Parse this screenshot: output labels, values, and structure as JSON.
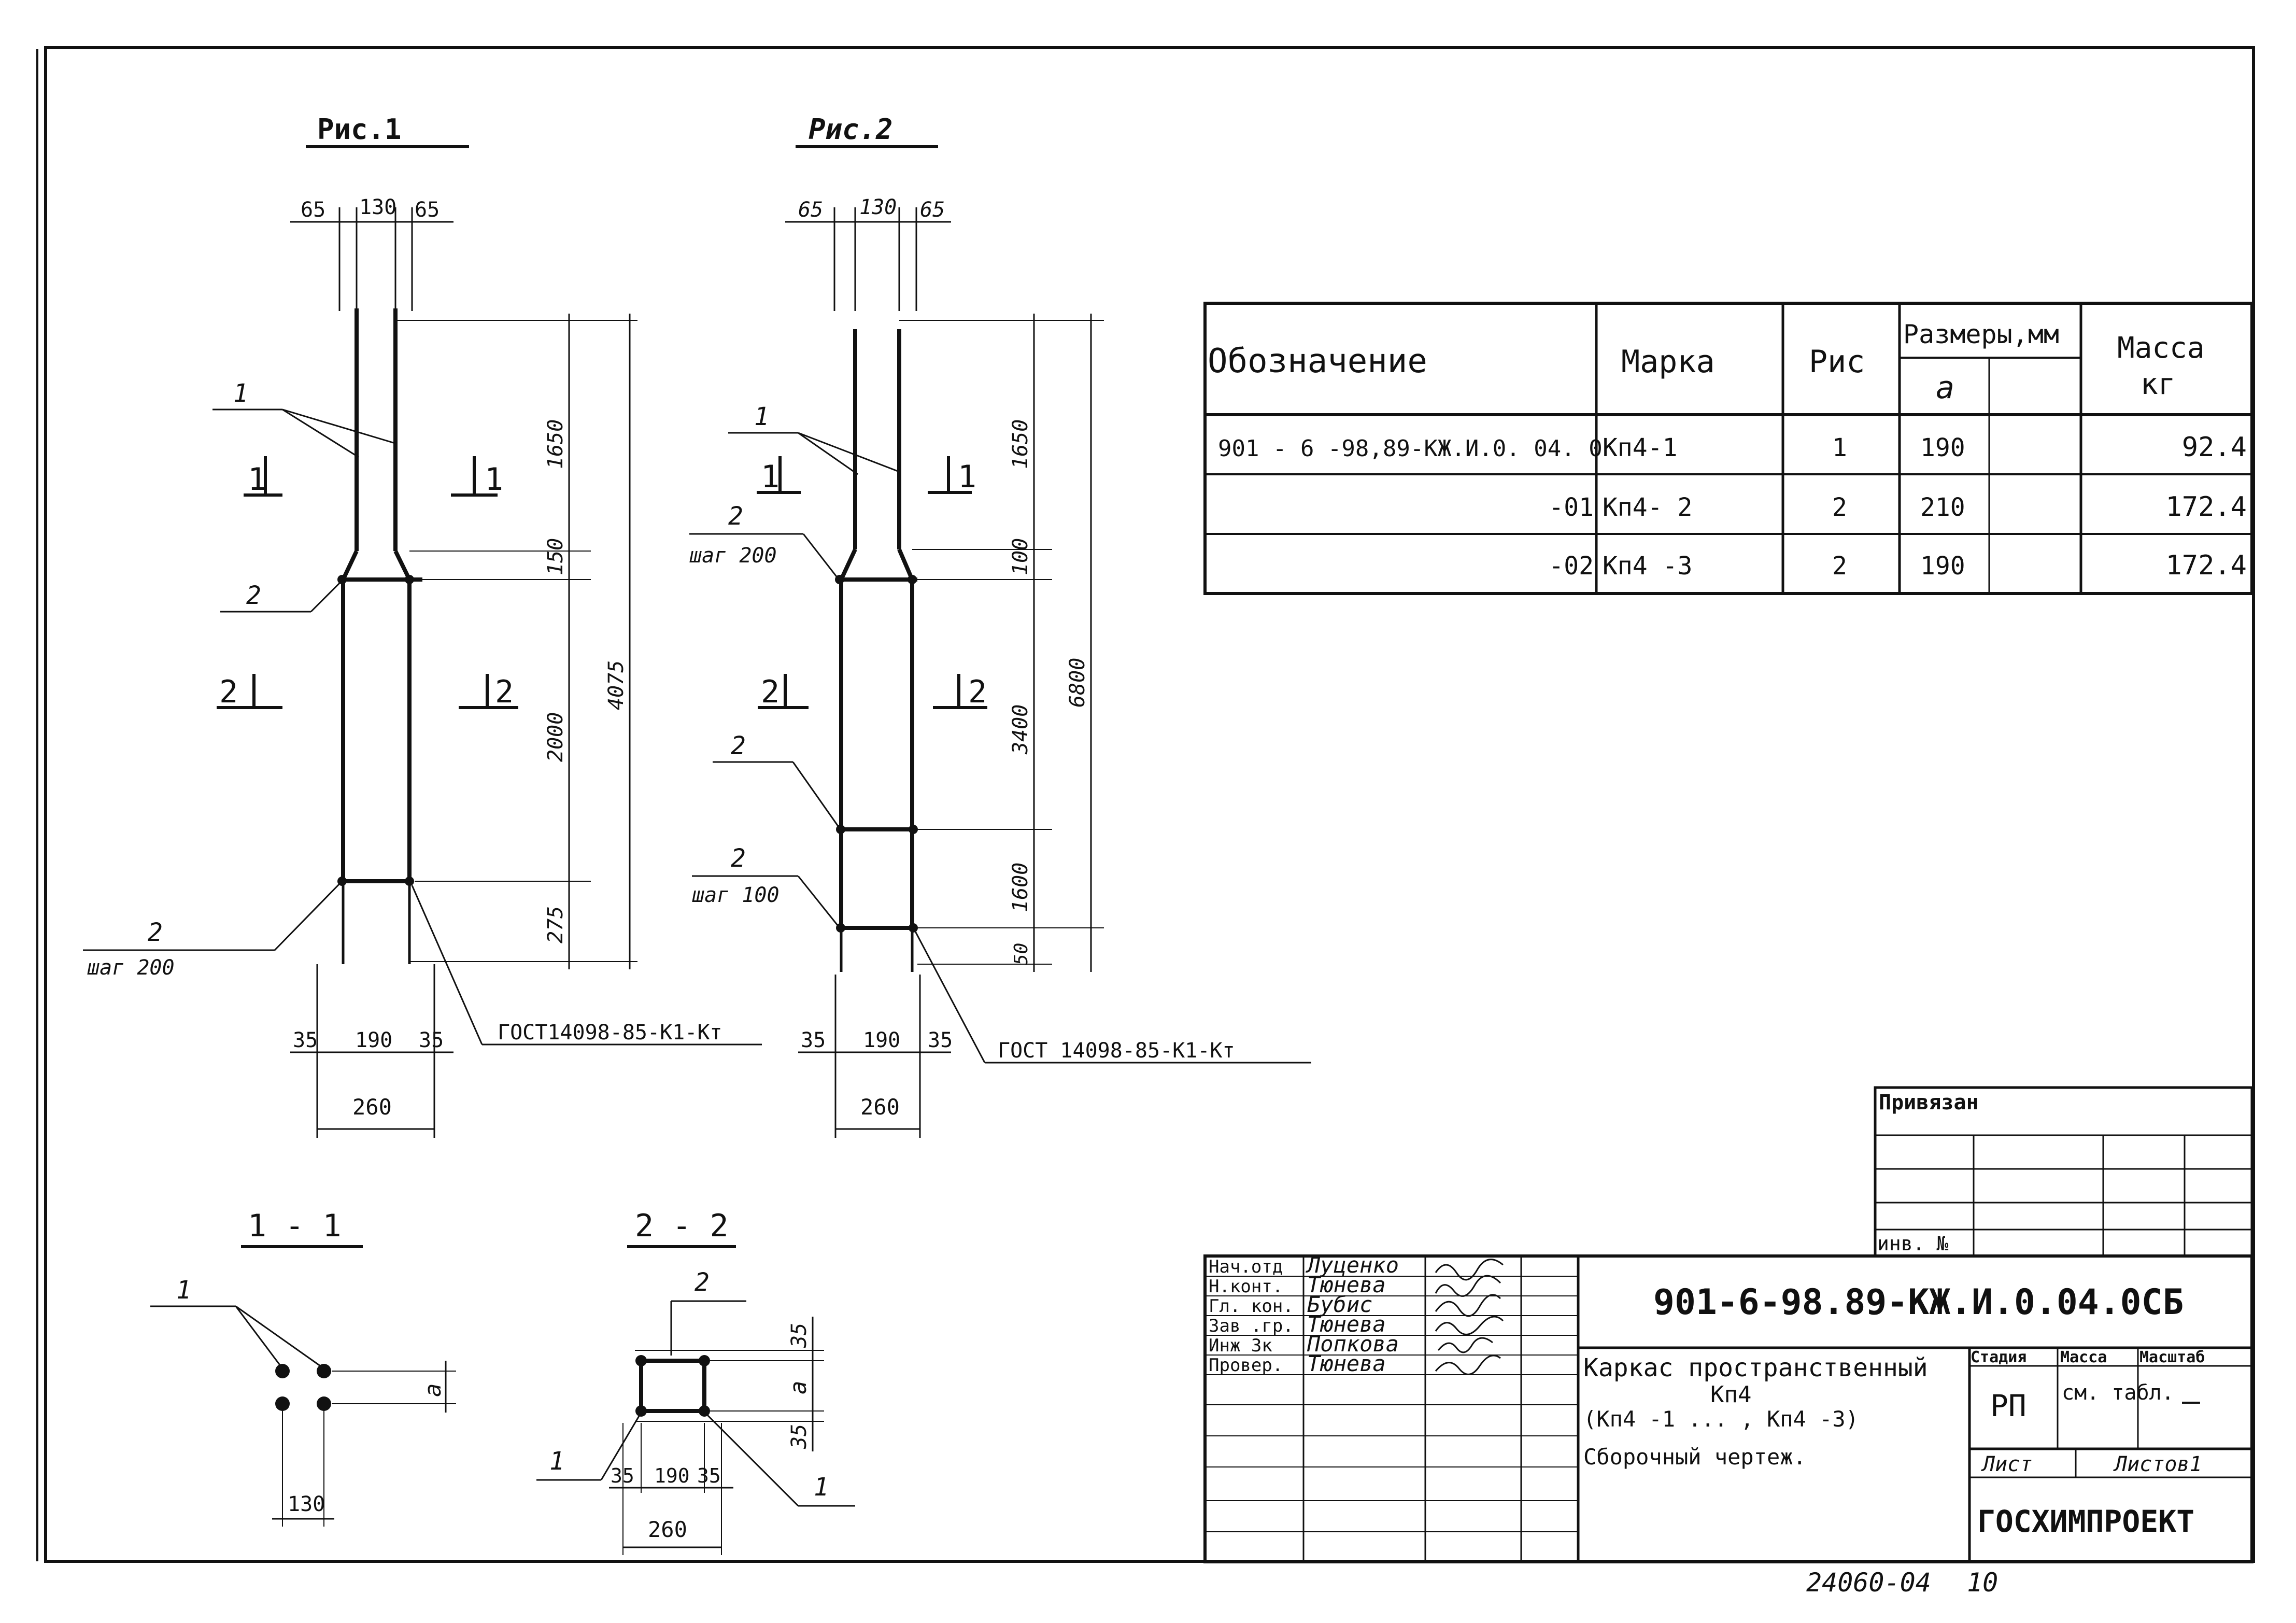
{
  "fig1": {
    "title": "Рис.1",
    "top_dims": [
      "65",
      "130",
      "65"
    ],
    "right_dims": [
      "1650",
      "150",
      "2000",
      "275"
    ],
    "total": "4075",
    "bottom_dims": [
      "35",
      "190",
      "35"
    ],
    "width": "260",
    "callout1": "1",
    "callout2": "2",
    "callout2b_num": "2",
    "callout2b_step": "шаг 200",
    "gost": "ГОСТ14098-85-К1-Кт",
    "sec1": "1",
    "sec2": "2"
  },
  "fig2": {
    "title": "Рис.2",
    "top_dims": [
      "65",
      "130",
      "65"
    ],
    "right_dims": [
      "1650",
      "100",
      "3400",
      "1600",
      "50"
    ],
    "total": "6800",
    "bottom_dims": [
      "35",
      "190",
      "35"
    ],
    "width": "260",
    "callout1": "1",
    "callout2a_num": "2",
    "callout2a_step": "шаг 200",
    "callout2b": "2",
    "callout2c_num": "2",
    "callout2c_step": "шаг 100",
    "gost": "ГОСТ 14098-85-К1-Кт",
    "sec1": "1",
    "sec2": "2"
  },
  "section11": {
    "title": "1 - 1",
    "callout": "1",
    "dim_a": "а",
    "dim_w": "130"
  },
  "section22": {
    "title": "2 - 2",
    "callout_top": "2",
    "callout_l": "1",
    "callout_r": "1",
    "dims_right": [
      "35",
      "а",
      "35"
    ],
    "dims_bottom": [
      "35",
      "190",
      "35"
    ],
    "width": "260"
  },
  "spec_table": {
    "headers": {
      "designation": "Обозначение",
      "mark": "Марка",
      "fig": "Рис",
      "sizes": "Размеры,мм",
      "size_a": "а",
      "mass": "Масса",
      "mass_unit": "кг"
    },
    "rows": [
      {
        "designation": "901 - 6 -98,89-КЖ.И.0. 04. 0",
        "mark": "Кп4-1",
        "fig": "1",
        "a": "190",
        "mass": "92.4"
      },
      {
        "designation": "-01",
        "mark": "Кп4- 2",
        "fig": "2",
        "a": "210",
        "mass": "172.4"
      },
      {
        "designation": "-02",
        "mark": "Кп4 -3",
        "fig": "2",
        "a": "190",
        "mass": "172.4"
      }
    ]
  },
  "binding": {
    "label": "Привязан",
    "inv": "инв. №"
  },
  "title_block": {
    "code": "901-6-98.89-КЖ.И.0.04.0СБ",
    "people": [
      {
        "role": "Нач.отд",
        "name": "Луценко"
      },
      {
        "role": "Н.конт.",
        "name": "Тюнева"
      },
      {
        "role": "Гл. кон.",
        "name": "Бубис"
      },
      {
        "role": "Зав .гр.",
        "name": "Тюнева"
      },
      {
        "role": "Инж 3к",
        "name": "Попкова"
      },
      {
        "role": "Провер.",
        "name": "Тюнева"
      }
    ],
    "description": [
      "Каркас пространственный",
      "Кп4",
      "(Кп4 -1 ... , Кп4 -3)",
      "Сборочный   чертеж."
    ],
    "stage_label": "Стадия",
    "stage": "РП",
    "mass_label": "Масса",
    "mass": "см. табл.",
    "scale_label": "Масштаб",
    "scale": "—",
    "sheet_label": "Лист",
    "sheets_label": "Листов1",
    "org": "ГОСХИМПРОЕКТ"
  },
  "footer": {
    "number": "24060-04",
    "page": "10"
  }
}
